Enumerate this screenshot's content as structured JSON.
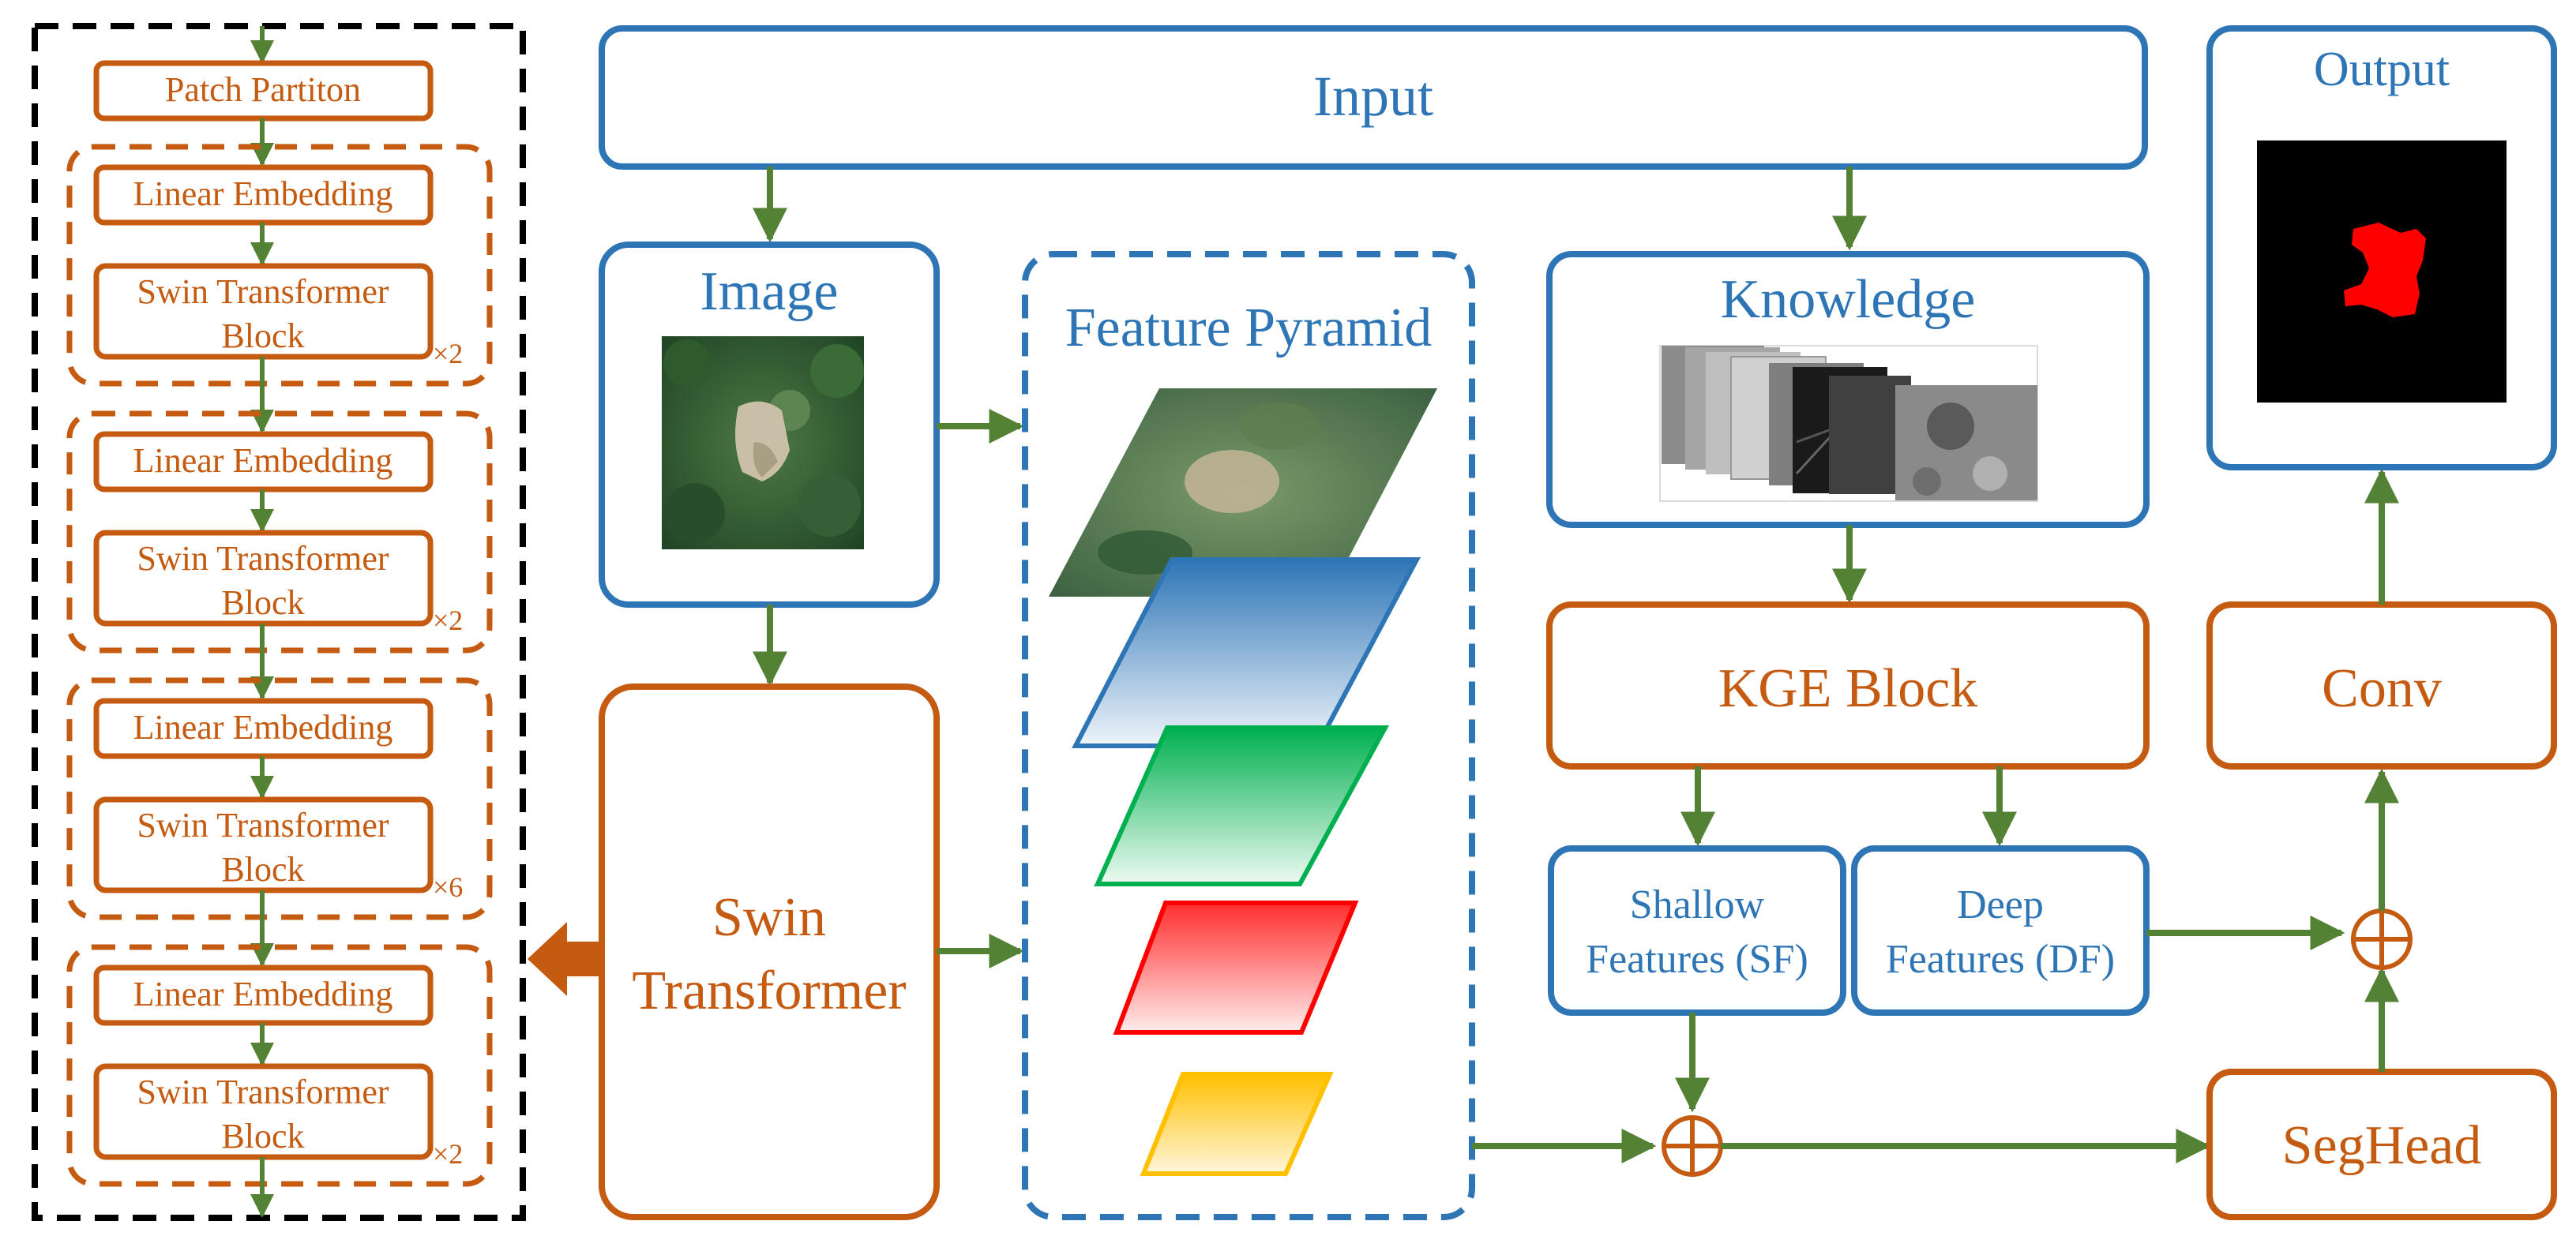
{
  "input": {
    "label": "Input"
  },
  "image": {
    "label": "Image"
  },
  "feature_pyramid": {
    "label": "Feature Pyramid"
  },
  "knowledge": {
    "label": "Knowledge"
  },
  "output": {
    "label": "Output"
  },
  "kge_block": {
    "label": "KGE Block"
  },
  "conv": {
    "label": "Conv"
  },
  "shallow_features": {
    "line1": "Shallow",
    "line2": "Features (SF)"
  },
  "deep_features": {
    "line1": "Deep",
    "line2": "Features (DF)"
  },
  "seghead": {
    "label": "SegHead"
  },
  "swin_transformer": {
    "line1": "Swin",
    "line2": "Transformer"
  },
  "backbone": {
    "patch_partition": "Patch Partiton",
    "stages": [
      {
        "embedding": "Linear Embedding",
        "block_line1": "Swin Transformer",
        "block_line2": "Block",
        "repeat": "×2"
      },
      {
        "embedding": "Linear Embedding",
        "block_line1": "Swin Transformer",
        "block_line2": "Block",
        "repeat": "×2"
      },
      {
        "embedding": "Linear Embedding",
        "block_line1": "Swin Transformer",
        "block_line2": "Block",
        "repeat": "×6"
      },
      {
        "embedding": "Linear Embedding",
        "block_line1": "Swin Transformer",
        "block_line2": "Block",
        "repeat": "×2"
      }
    ]
  },
  "colors": {
    "blue": "#2e75b6",
    "orange": "#c55a11",
    "green_arrow": "#548235",
    "segmentation_mask": "#ff0000"
  }
}
